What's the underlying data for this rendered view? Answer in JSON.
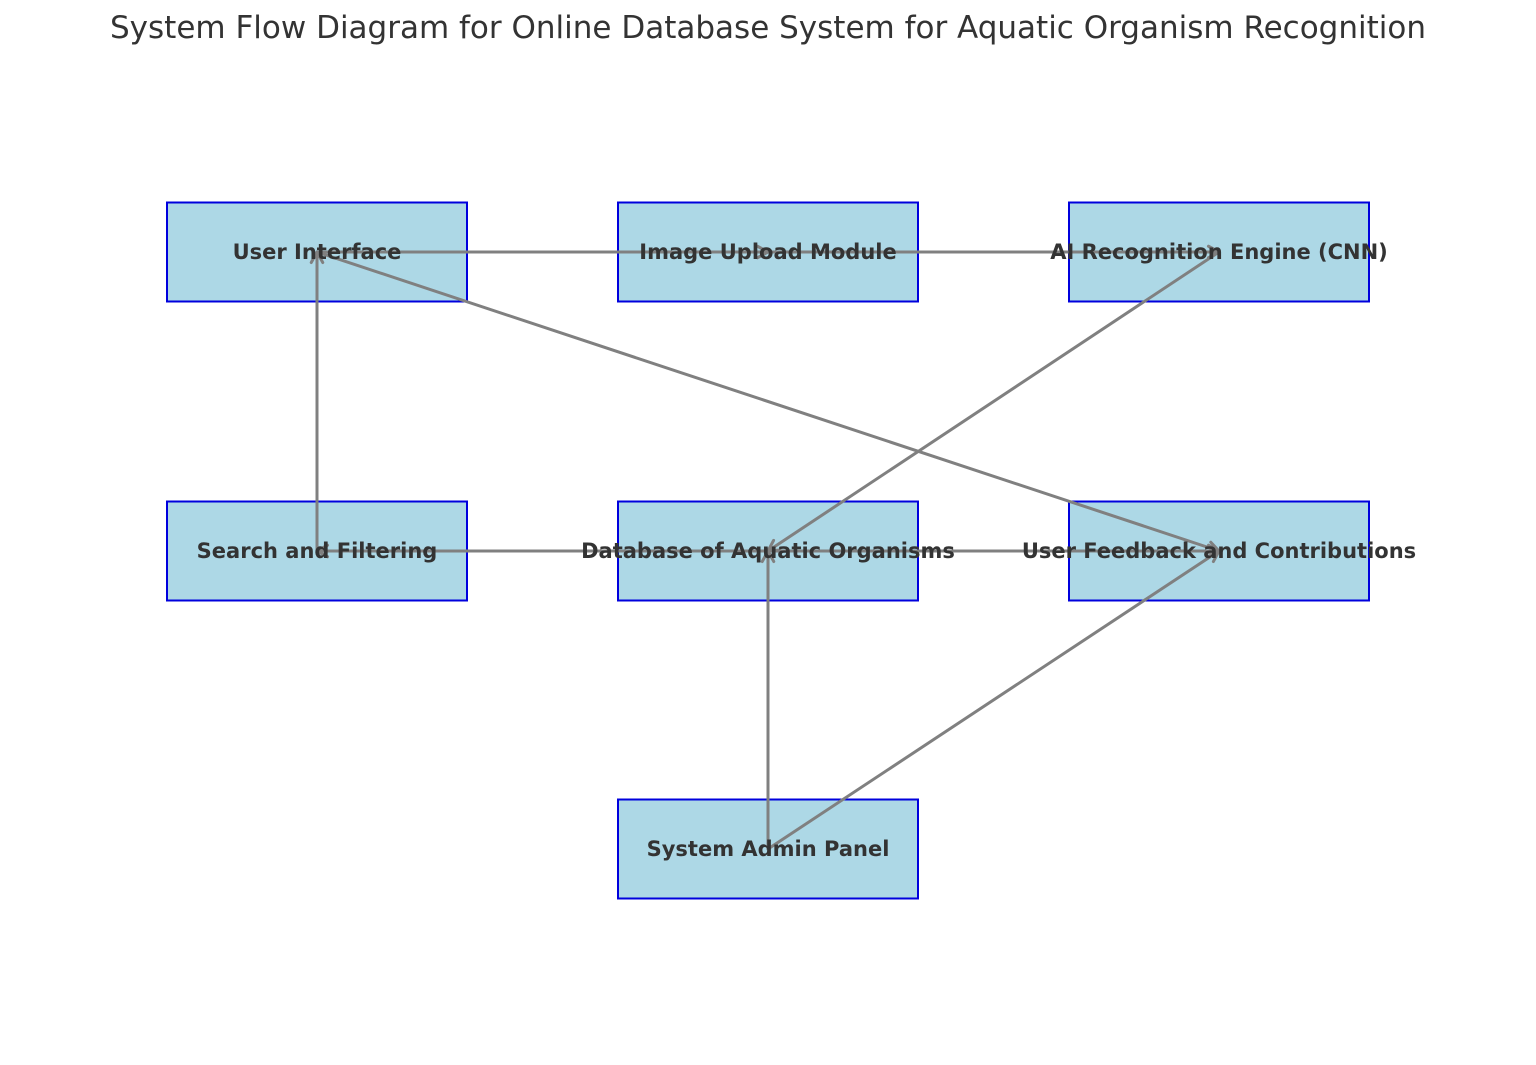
{
  "title": "System Flow Diagram for Online Database System for Aquatic Organism Recognition",
  "colors": {
    "box_fill": "#add8e6",
    "box_stroke": "#0000dd",
    "label_text": "#333333",
    "edge": "#808080"
  },
  "nodes": [
    {
      "id": "user_interface",
      "label": "User Interface"
    },
    {
      "id": "image_upload",
      "label": "Image Upload Module"
    },
    {
      "id": "ai_engine",
      "label": "AI Recognition Engine (CNN)"
    },
    {
      "id": "search_filtering",
      "label": "Search and Filtering"
    },
    {
      "id": "database",
      "label": "Database of Aquatic Organisms"
    },
    {
      "id": "user_feedback",
      "label": "User Feedback and Contributions"
    },
    {
      "id": "admin_panel",
      "label": "System Admin Panel"
    }
  ],
  "edges": [
    {
      "from": "user_interface",
      "to": "image_upload"
    },
    {
      "from": "image_upload",
      "to": "ai_engine"
    },
    {
      "from": "ai_engine",
      "to": "database"
    },
    {
      "from": "database",
      "to": "search_filtering"
    },
    {
      "from": "search_filtering",
      "to": "user_interface"
    },
    {
      "from": "user_interface",
      "to": "user_feedback"
    },
    {
      "from": "database",
      "to": "user_feedback"
    },
    {
      "from": "admin_panel",
      "to": "database"
    },
    {
      "from": "admin_panel",
      "to": "user_feedback"
    }
  ]
}
